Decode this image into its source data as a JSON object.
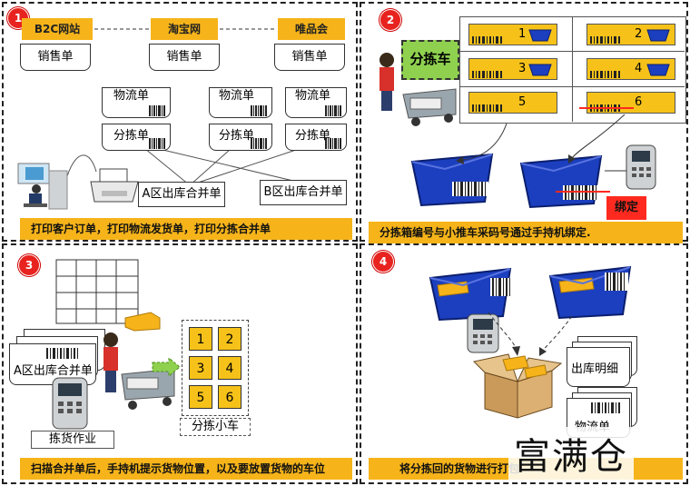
{
  "quadrants": [
    {
      "number": "1",
      "caption": "打印客户订单，打印物流发货单，打印分拣合并单"
    },
    {
      "number": "2",
      "caption": "分拣箱编号与小推车采码号通过手持机绑定."
    },
    {
      "number": "3",
      "caption": "扫描合并单后，手持机提示货物位置，以及要放置货物的车位"
    },
    {
      "number": "4",
      "caption": "将分拣回的货物进行打包"
    }
  ],
  "q1": {
    "channels": [
      "B2C网站",
      "淘宝网",
      "唯品会"
    ],
    "sales_doc": "销售单",
    "logistics_doc": "物流单",
    "sorting_doc": "分拣单",
    "merge_a": "A区出库合并单",
    "merge_b": "B区出库合并单"
  },
  "q2": {
    "cart_label": "分拣车",
    "slots": [
      "1",
      "2",
      "3",
      "4",
      "5",
      "6"
    ],
    "bind_label": "绑定"
  },
  "q3": {
    "merge_a": "A区出库合并单",
    "picking": "拣货作业",
    "cart_cells": [
      "1",
      "2",
      "3",
      "4",
      "5",
      "6"
    ],
    "cart_caption": "分拣小车"
  },
  "q4": {
    "outbound_detail": "出库明细",
    "logistics_doc": "物流单"
  },
  "brand": "富满仓",
  "colors": {
    "accent": "#f6b41a",
    "badge": "#e8231f",
    "bin": "#1c3fbf",
    "bind": "#ff2a1f",
    "cart_tag": "#8fd14f"
  }
}
